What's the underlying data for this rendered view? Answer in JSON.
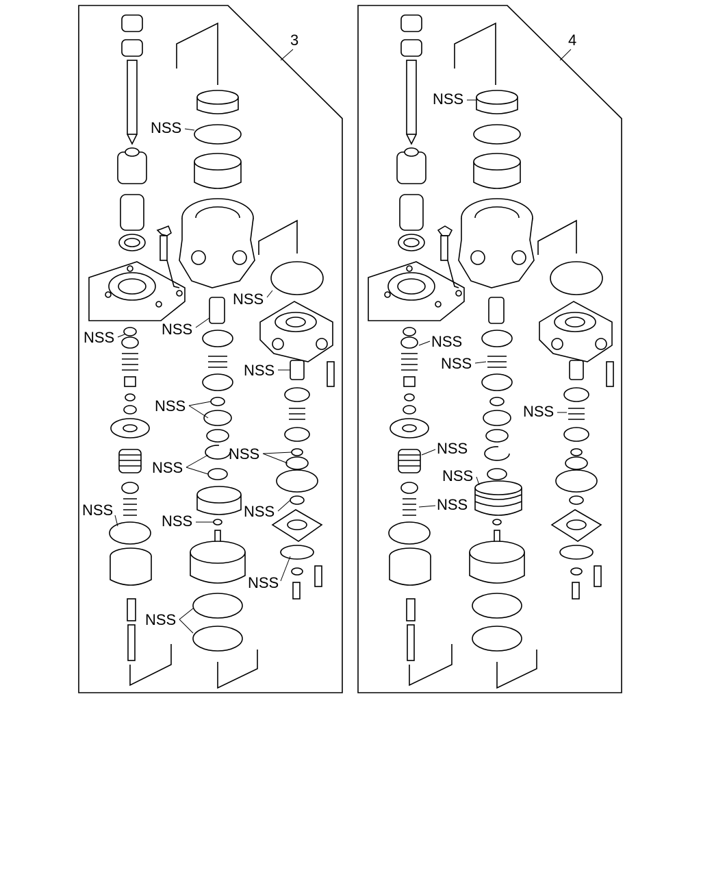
{
  "panels": [
    {
      "number": "3"
    },
    {
      "number": "4"
    }
  ],
  "labels": {
    "nss": "NSS"
  },
  "colors": {
    "line": "#000000",
    "background": "#ffffff"
  }
}
